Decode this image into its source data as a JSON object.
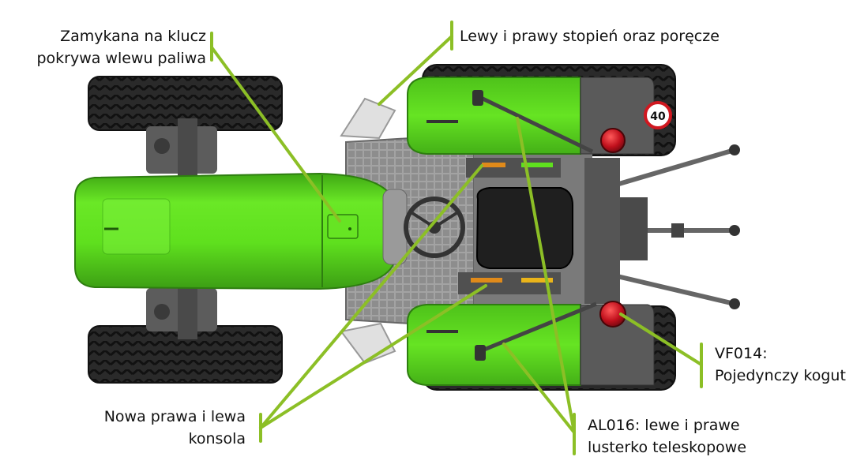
{
  "labels": {
    "fuel_cap": {
      "line1": "Zamykana na klucz",
      "line2": "pokrywa wlewu paliwa"
    },
    "steps": {
      "line1": "Lewy i prawy stopień oraz poręcze"
    },
    "console": {
      "line1": "Nowa prawa i lewa",
      "line2": "konsola"
    },
    "beacon": {
      "line1": "VF014:",
      "line2": "Pojedynczy kogut"
    },
    "mirror": {
      "line1": "AL016: lewe i prawe",
      "line2": "lusterko teleskopowe"
    }
  },
  "sign": {
    "speed": "40"
  },
  "colors": {
    "body_green": "#5fe01e",
    "callout_green": "#8cbf26",
    "tyre": "#262626",
    "chassis": "#555555",
    "platform": "#9a9a9a",
    "beacon_red": "#c0101c"
  }
}
